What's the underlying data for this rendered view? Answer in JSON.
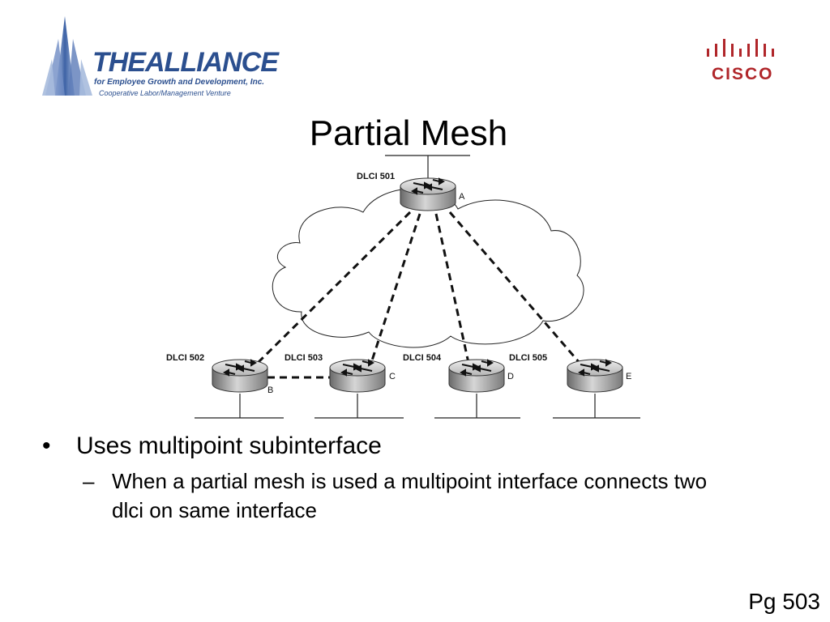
{
  "logo_left": {
    "wordmark": "THEALLIANCE",
    "line1": "for Employee Growth and Development, Inc.",
    "line2": "Cooperative Labor/Management Venture"
  },
  "logo_right": {
    "wordmark": "CISCO"
  },
  "title": "Partial Mesh",
  "diagram": {
    "routers": [
      {
        "id": "A",
        "dlci": "DLCI 501"
      },
      {
        "id": "B",
        "dlci": "DLCI 502"
      },
      {
        "id": "C",
        "dlci": "DLCI 503"
      },
      {
        "id": "D",
        "dlci": "DLCI 504"
      },
      {
        "id": "E",
        "dlci": "DLCI 505"
      }
    ],
    "links": [
      [
        "A",
        "B"
      ],
      [
        "A",
        "C"
      ],
      [
        "A",
        "D"
      ],
      [
        "A",
        "E"
      ],
      [
        "B",
        "C"
      ]
    ]
  },
  "bullets": [
    {
      "text": "Uses multipoint subinterface",
      "sub": [
        "When a partial mesh is used a multipoint interface connects two dlci on same interface"
      ]
    }
  ],
  "page_number": "Pg 503",
  "colors": {
    "logo_blue": "#2b4f8f",
    "cisco_red": "#b0262a"
  }
}
